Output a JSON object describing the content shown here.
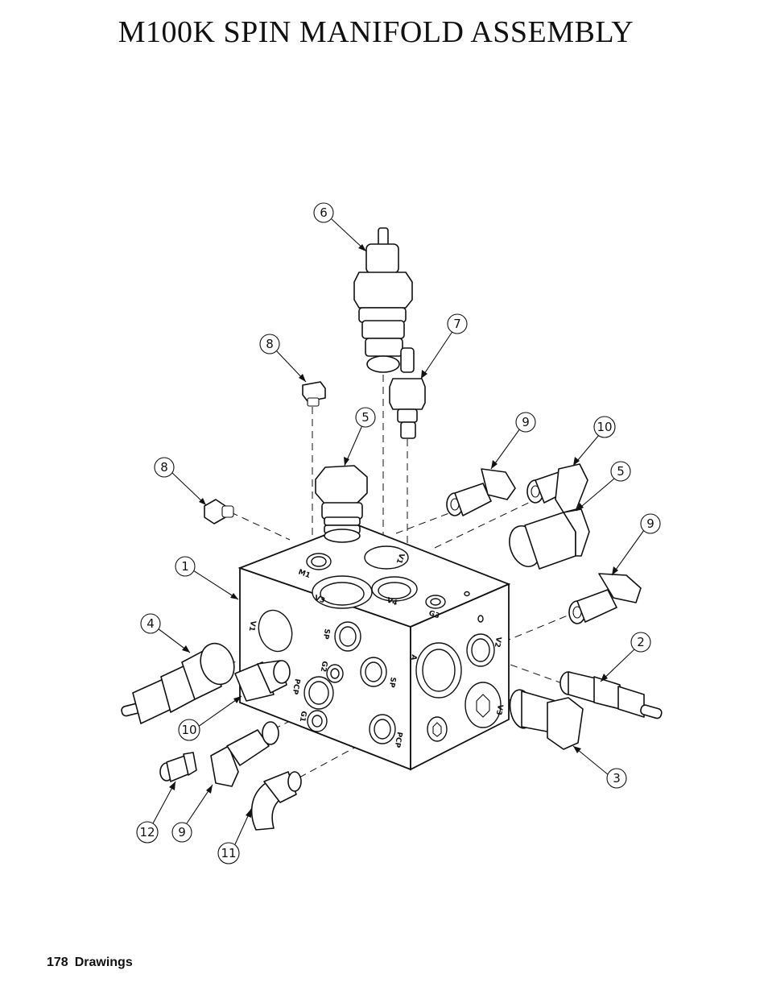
{
  "page": {
    "title": "M100K SPIN MANIFOLD ASSEMBLY",
    "page_number": "178",
    "section": "Drawings"
  },
  "callouts": [
    {
      "id": "c6a",
      "label": "6"
    },
    {
      "id": "c7",
      "label": "7"
    },
    {
      "id": "c8a",
      "label": "8"
    },
    {
      "id": "c5a",
      "label": "5"
    },
    {
      "id": "c9a",
      "label": "9"
    },
    {
      "id": "c10a",
      "label": "10"
    },
    {
      "id": "c5b",
      "label": "5"
    },
    {
      "id": "c8b",
      "label": "8"
    },
    {
      "id": "c9b",
      "label": "9"
    },
    {
      "id": "c1",
      "label": "1"
    },
    {
      "id": "c4",
      "label": "4"
    },
    {
      "id": "c2",
      "label": "2"
    },
    {
      "id": "c10b",
      "label": "10"
    },
    {
      "id": "c3",
      "label": "3"
    },
    {
      "id": "c12",
      "label": "12"
    },
    {
      "id": "c9c",
      "label": "9"
    },
    {
      "id": "c11",
      "label": "11"
    }
  ],
  "port_labels": {
    "top_m1": "M1",
    "top_v1": "V1",
    "top_v3": "V3",
    "top_v4": "V4",
    "top_g3": "G3",
    "left_v1": "V1",
    "left_sp1": "SP",
    "left_g2": "G2",
    "left_pcp1": "PCP",
    "left_sp2": "SP",
    "left_g1": "G1",
    "left_pcp2": "PCP",
    "right_a": "A",
    "right_v2": "V2",
    "right_v3": "V3"
  }
}
